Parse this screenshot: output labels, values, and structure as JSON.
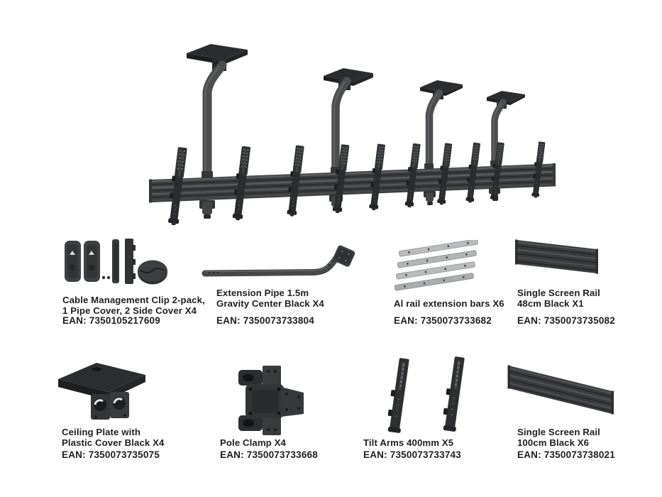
{
  "page": {
    "background": "#ffffff",
    "text_color": "#1e1e1e"
  },
  "colors": {
    "product_dark": "#2b2c2e",
    "product_mid": "#47484a",
    "rail_light": "#5c5d61",
    "alu_silver": "#b9bbbd"
  },
  "hero": {
    "icon": "assembled-ceiling-multi-screen-rail-mount"
  },
  "items": [
    {
      "icon": "cable-management-clips-icon",
      "name_lines": [
        "Cable Management Clip 2-pack,",
        "1 Pipe Cover, 2 Side Cover X4"
      ],
      "ean": "EAN: 7350105217609"
    },
    {
      "icon": "extension-pipe-icon",
      "name_lines": [
        "Extension Pipe 1.5m",
        "Gravity Center Black X4"
      ],
      "ean": "EAN: 7350073733804"
    },
    {
      "icon": "al-rail-extension-bars-icon",
      "name_lines": [
        "Al rail extension bars X6"
      ],
      "ean": "EAN: 7350073733682"
    },
    {
      "icon": "single-screen-rail-48cm-icon",
      "name_lines": [
        "Single Screen Rail",
        "48cm Black X1"
      ],
      "ean": "EAN: 7350073735082"
    },
    {
      "icon": "ceiling-plate-icon",
      "name_lines": [
        "Ceiling Plate with",
        "Plastic Cover Black X4"
      ],
      "ean": "EAN: 7350073735075"
    },
    {
      "icon": "pole-clamp-icon",
      "name_lines": [
        "Pole Clamp X4"
      ],
      "ean": "EAN: 7350073733668"
    },
    {
      "icon": "tilt-arms-icon",
      "name_lines": [
        "Tilt Arms 400mm X5"
      ],
      "ean": "EAN: 7350073733743"
    },
    {
      "icon": "single-screen-rail-100cm-icon",
      "name_lines": [
        "Single Screen Rail",
        "100cm Black X6"
      ],
      "ean": "EAN: 7350073738021"
    }
  ]
}
